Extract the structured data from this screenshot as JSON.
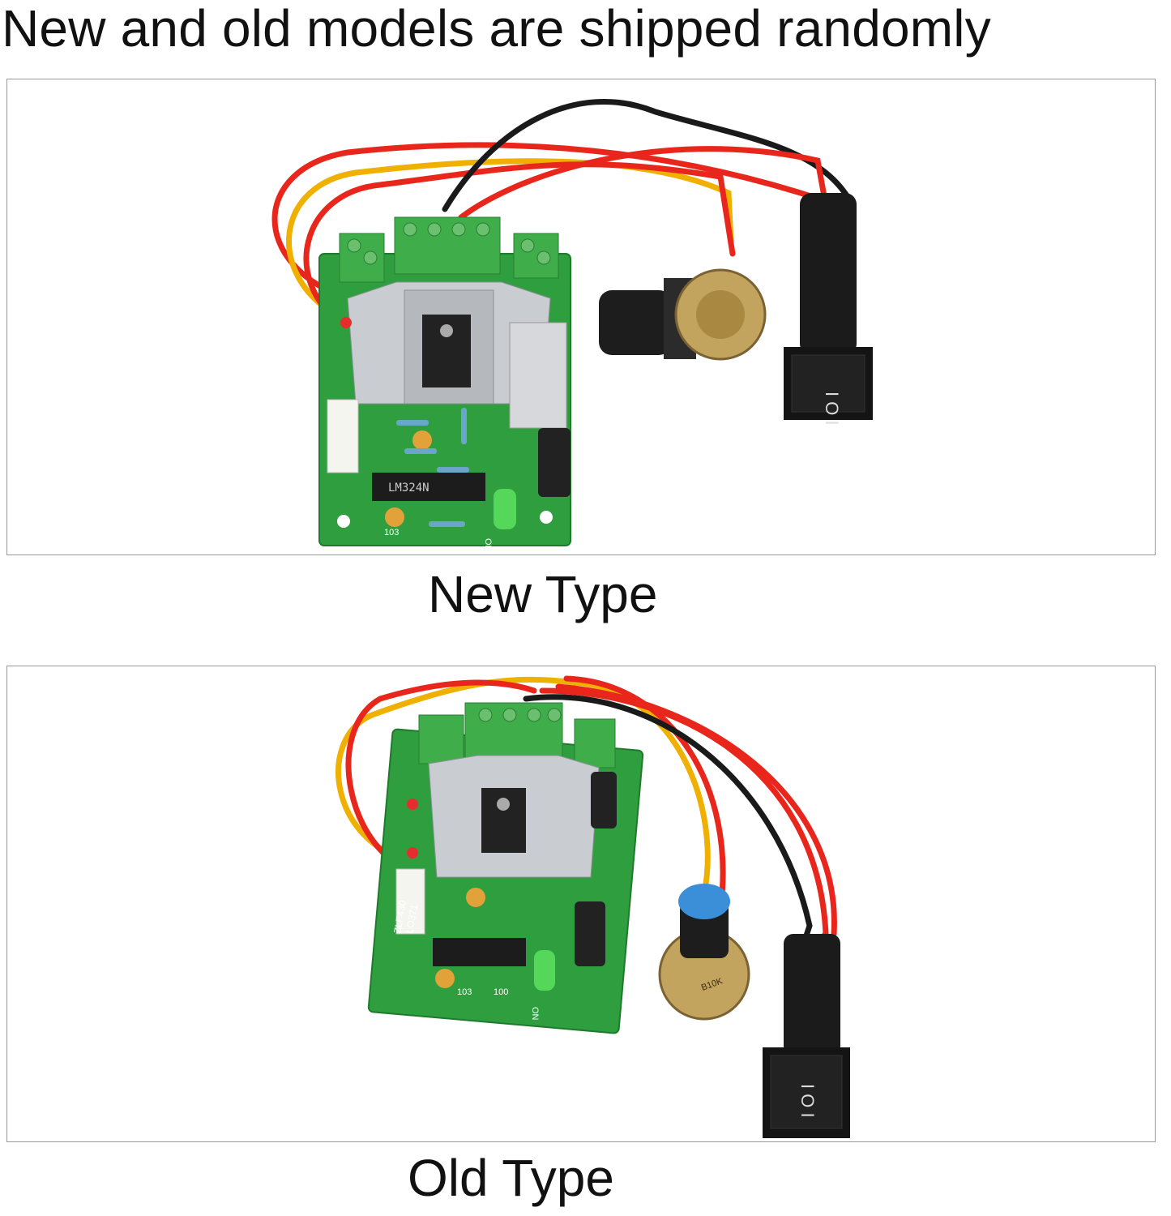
{
  "headline": "New and old models are shipped randomly",
  "panels": [
    {
      "caption": "New Type",
      "board_labels": {
        "ic": "LM324N",
        "cap": "103",
        "switch_on": "ON"
      }
    },
    {
      "caption": "Old Type",
      "board_labels": {
        "cap": "103",
        "res": "100",
        "model_1": "LO371",
        "model_2": "ZLF430",
        "pot": "B10K",
        "switch_on": "ON"
      }
    }
  ],
  "colors": {
    "pcb": "#2f9e3e",
    "terminal": "#3fae4a",
    "heatsink": "#c9ccd0",
    "wire_red": "#e8261c",
    "wire_black": "#1a1a1a",
    "wire_yellow": "#f0b000",
    "knob_blue": "#3a8fd8"
  }
}
